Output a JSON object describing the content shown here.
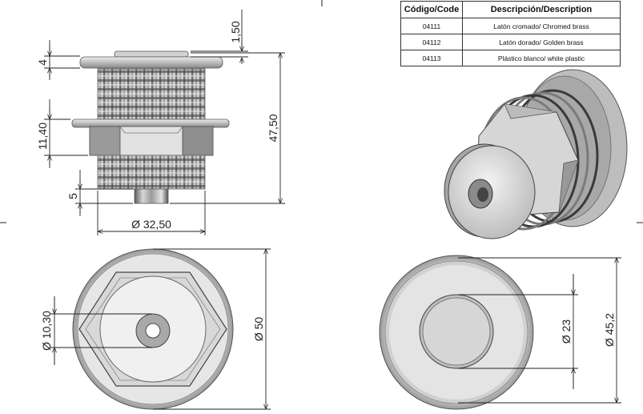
{
  "table": {
    "headers": {
      "code": "Código/Code",
      "description": "Descripción/Description"
    },
    "rows": [
      {
        "code": "04111",
        "description": "Latón cromado/ Chromed brass"
      },
      {
        "code": "04112",
        "description": "Latón dorado/ Golden brass"
      },
      {
        "code": "04113",
        "description": "Plástico blanco/ white plastic"
      }
    ]
  },
  "dimensions": {
    "side_view": {
      "flange_thickness": "1,50",
      "cap_height": "4",
      "hex_height": "11,40",
      "overall_height": "47,50",
      "pin_height": "5",
      "body_diameter": "Ø 32,50"
    },
    "bottom_view": {
      "pin_diameter": "Ø 10,30",
      "outer_diameter": "Ø 50"
    },
    "top_view": {
      "inner_diameter": "Ø 23",
      "outer_diameter": "Ø 45,2"
    }
  }
}
